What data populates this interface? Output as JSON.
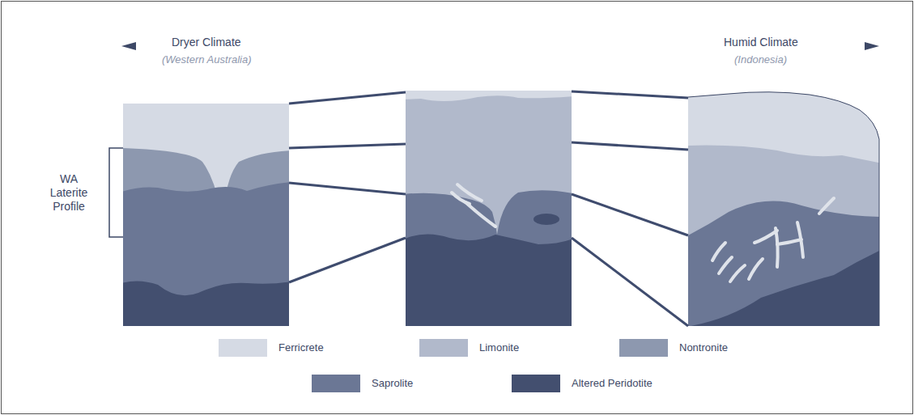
{
  "diagram": {
    "labels": [
      "Dryer Climate",
      "(Western Australia)",
      "Humid Climate",
      "(Indonesia)",
      "WA Laterite Profile"
    ],
    "legend": [
      {
        "text": "Ferricrete",
        "color": "#d5dae4"
      },
      {
        "text": "Limonite",
        "color": "#b1b9cb"
      },
      {
        "text": "Nontronite",
        "color": "#8d98af"
      },
      {
        "text": "Saprolite",
        "color": "#6b7795"
      },
      {
        "text": "Altered Peridotite",
        "color": "#434f6f"
      }
    ]
  }
}
